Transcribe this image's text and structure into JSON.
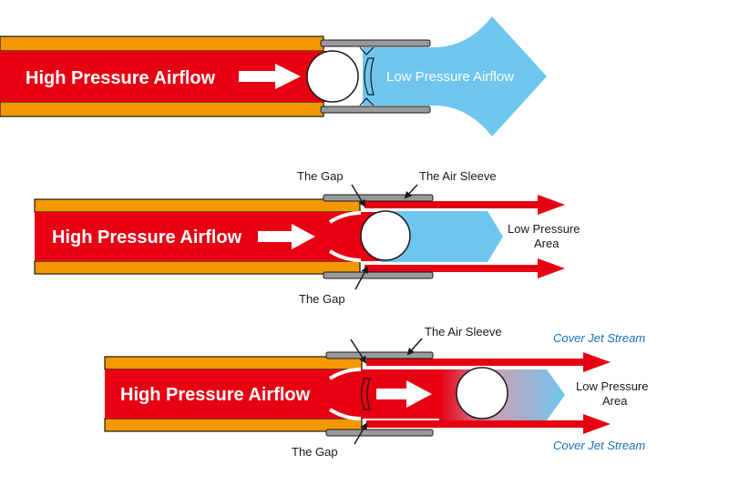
{
  "panel_top": {
    "high_pressure_label": "High Pressure Airflow",
    "low_pressure_label": "Low Pressure Airflow"
  },
  "panel_middle": {
    "gap_label_top": "The Gap",
    "air_sleeve_label": "The Air Sleeve",
    "high_pressure_label": "High Pressure Airflow",
    "low_pressure_line1": "Low Pressure",
    "low_pressure_line2": "Area",
    "gap_label_bottom": "The Gap"
  },
  "panel_bottom": {
    "air_sleeve_label": "The Air Sleeve",
    "cover_jet_top": "Cover Jet Stream",
    "high_pressure_label": "High Pressure Airflow",
    "low_pressure_line1": "Low Pressure",
    "low_pressure_line2": "Area",
    "cover_jet_bottom": "Cover Jet Stream",
    "gap_label_bottom": "The Gap"
  },
  "colors": {
    "airflow_red": "#e60012",
    "barrel_orange": "#f39800",
    "low_pressure_blue": "#6ec6ee",
    "sleeve_gray": "#9a9a9a",
    "outline": "#1a1a1a",
    "label_blue": "#1a6fb5"
  }
}
